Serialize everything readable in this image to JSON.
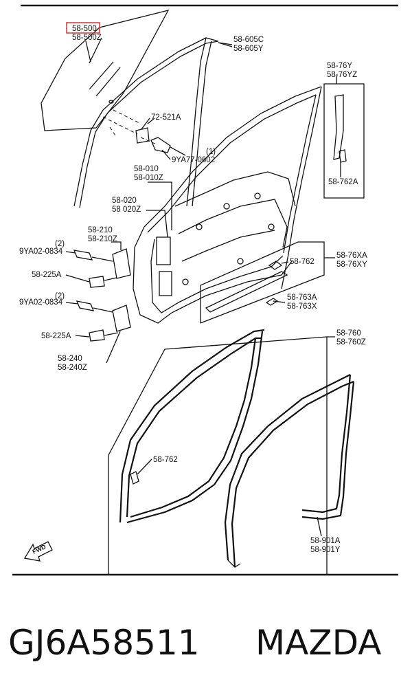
{
  "labels": {
    "l1": "58-500",
    "l2": "58-500Z",
    "l3": "58-605C",
    "l4": "58-605Y",
    "l5": "58-76Y",
    "l6": "58-76YZ",
    "l7": "72-521A",
    "l8": "(1)",
    "l9": "9YA77-0602",
    "l10": "58-010",
    "l11": "58-010Z",
    "l12": "58-020",
    "l13": "58 020Z",
    "l14": "58-762A",
    "l15": "58-210",
    "l16": "58-210Z",
    "l17": "(2)",
    "l18": "9YA02-0834",
    "l19": "58-225A",
    "l20": "58-762",
    "l21": "58-76XA",
    "l22": "58-76XY",
    "l23": "(2)",
    "l24": "9YA02-0834",
    "l25": "58-763A",
    "l26": "58-763X",
    "l27": "58-760",
    "l28": "58-760Z",
    "l29": "58-225A",
    "l30": "58-240",
    "l31": "58-240Z",
    "l32": "58-762",
    "l33": "FWD",
    "l34": "58-901A",
    "l35": "58-901Y"
  },
  "footer": {
    "part_number": "GJ6A58511",
    "brand": "MAZDA"
  },
  "highlight_color": "#e03030"
}
